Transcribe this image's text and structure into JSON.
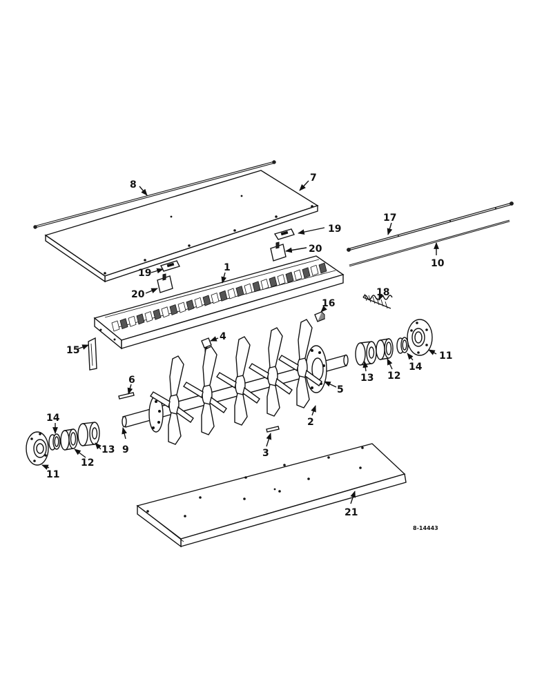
{
  "drawing_ref": "8-14443",
  "callouts": {
    "c1": "1",
    "c2": "2",
    "c3": "3",
    "c4": "4",
    "c5": "5",
    "c6": "6",
    "c7": "7",
    "c8": "8",
    "c9": "9",
    "c10": "10",
    "c11a": "11",
    "c11b": "11",
    "c12a": "12",
    "c12b": "12",
    "c13a": "13",
    "c13b": "13",
    "c14a": "14",
    "c14b": "14",
    "c15": "15",
    "c16": "16",
    "c17": "17",
    "c18": "18",
    "c19a": "19",
    "c19b": "19",
    "c20a": "20",
    "c20b": "20",
    "c21": "21"
  }
}
